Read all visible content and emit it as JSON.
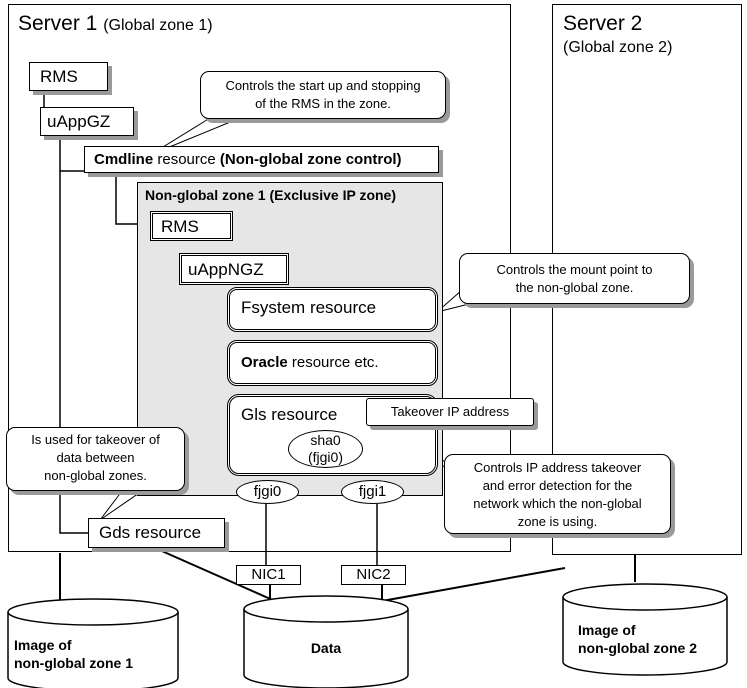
{
  "server1": {
    "title": "Server 1",
    "subtitle": "(Global zone 1)"
  },
  "server2": {
    "title": "Server 2",
    "subtitle": "(Global zone 2)"
  },
  "rms_gz": "RMS",
  "uapp_gz": "uAppGZ",
  "cmdline": {
    "bold1": "Cmdline",
    "normal": " resource ",
    "bold2": "(Non-global zone control)"
  },
  "ngz_title": "Non-global zone 1 (Exclusive IP zone)",
  "rms_ngz": "RMS",
  "uapp_ngz": "uAppNGZ",
  "fsystem": "Fsystem resource",
  "oracle": {
    "bold": "Oracle",
    "normal": " resource etc."
  },
  "gls": "Gls resource",
  "sha0": {
    "line1": "sha0",
    "line2": "(fjgi0)"
  },
  "fjgi0": "fjgi0",
  "fjgi1": "fjgi1",
  "gds": "Gds resource",
  "nic1": "NIC1",
  "nic2": "NIC2",
  "callouts": {
    "rms": {
      "line1": "Controls the start up and stopping",
      "line2": "of the RMS in the zone."
    },
    "mount": {
      "line1": "Controls the mount point to",
      "line2": "the non-global zone."
    },
    "takeover_ip": "Takeover IP address",
    "gds": {
      "line1": "Is used for takeover of",
      "line2": "data between",
      "line3": "non-global zones."
    },
    "ip": {
      "line1": "Controls IP address takeover",
      "line2": "and error detection for the",
      "line3": "network which the non-global",
      "line4": "zone is using."
    }
  },
  "disks": {
    "image1": {
      "line1": "Image of",
      "line2": "non-global zone 1"
    },
    "data": "Data",
    "image2": {
      "line1": "Image of",
      "line2": "non-global zone 2"
    }
  }
}
